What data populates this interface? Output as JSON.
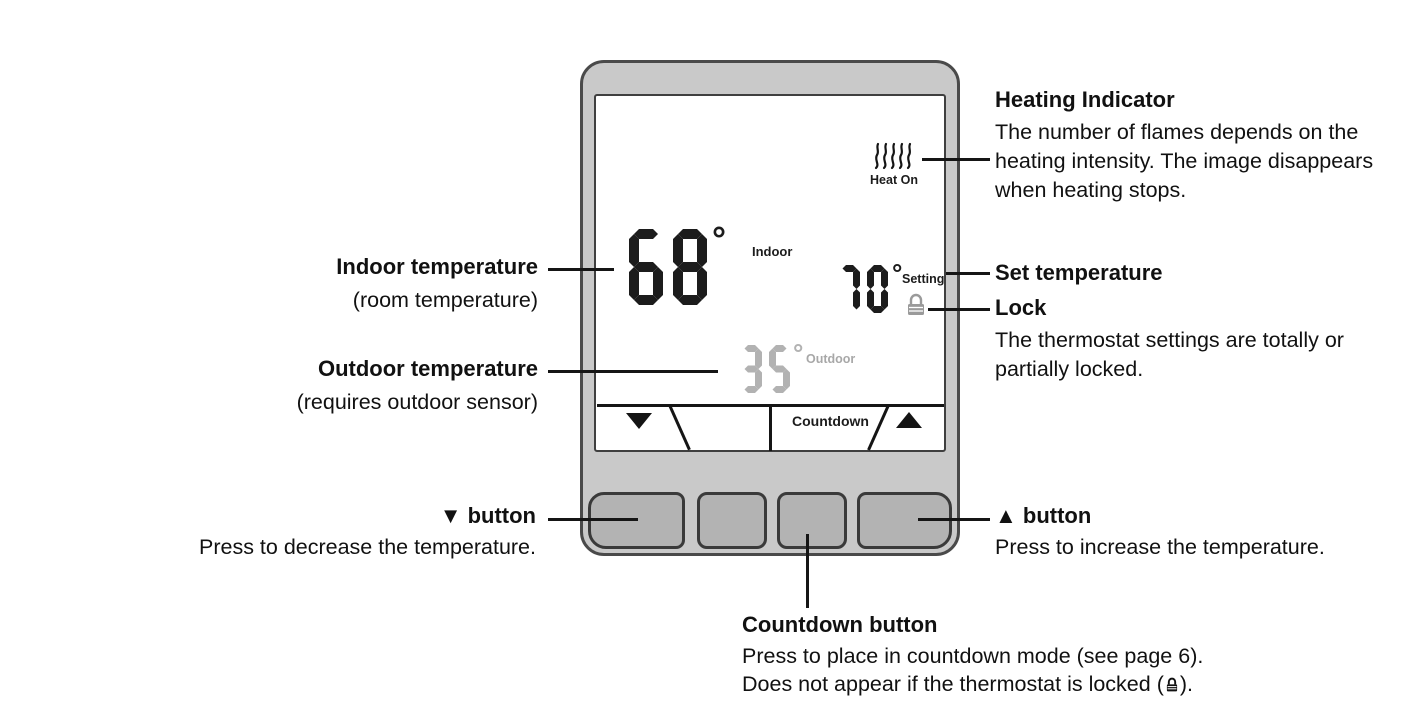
{
  "colors": {
    "device_body": "#c9c9c9",
    "device_outline": "#4a4a4a",
    "lcd_dark": "#1c1c1c",
    "lcd_gray": "#b2b2b2",
    "callout_line": "#151515"
  },
  "device": {
    "display": {
      "heat_on_label": "Heat On",
      "indoor_value": "68",
      "indoor_degree": "°",
      "indoor_label": "Indoor",
      "setting_value": "70",
      "setting_degree": "°",
      "setting_label": "Setting",
      "outdoor_value": "35",
      "outdoor_degree": "°",
      "outdoor_label": "Outdoor",
      "countdown_label": "Countdown"
    }
  },
  "callouts": {
    "heating": {
      "title": "Heating Indicator",
      "body": "The number of flames depends on the heating intensity. The image disappears when heating stops."
    },
    "indoor": {
      "title": "Indoor temperature",
      "subtitle": "(room temperature)"
    },
    "set_temperature": {
      "title": "Set temperature"
    },
    "lock": {
      "title": "Lock",
      "body": "The thermostat settings are totally or partially locked."
    },
    "outdoor": {
      "title": "Outdoor temperature",
      "subtitle": "(requires outdoor sensor)"
    },
    "down_button": {
      "title": "▼ button",
      "body": "Press to decrease the temperature."
    },
    "up_button": {
      "title": "▲ button",
      "body": "Press to increase the temperature."
    },
    "countdown_button": {
      "title": "Countdown button",
      "body_line1": "Press to place in countdown mode (see page 6).",
      "body_line2_before_lock": "Does not appear if the thermostat is locked (",
      "body_line2_after_lock": ")."
    }
  }
}
